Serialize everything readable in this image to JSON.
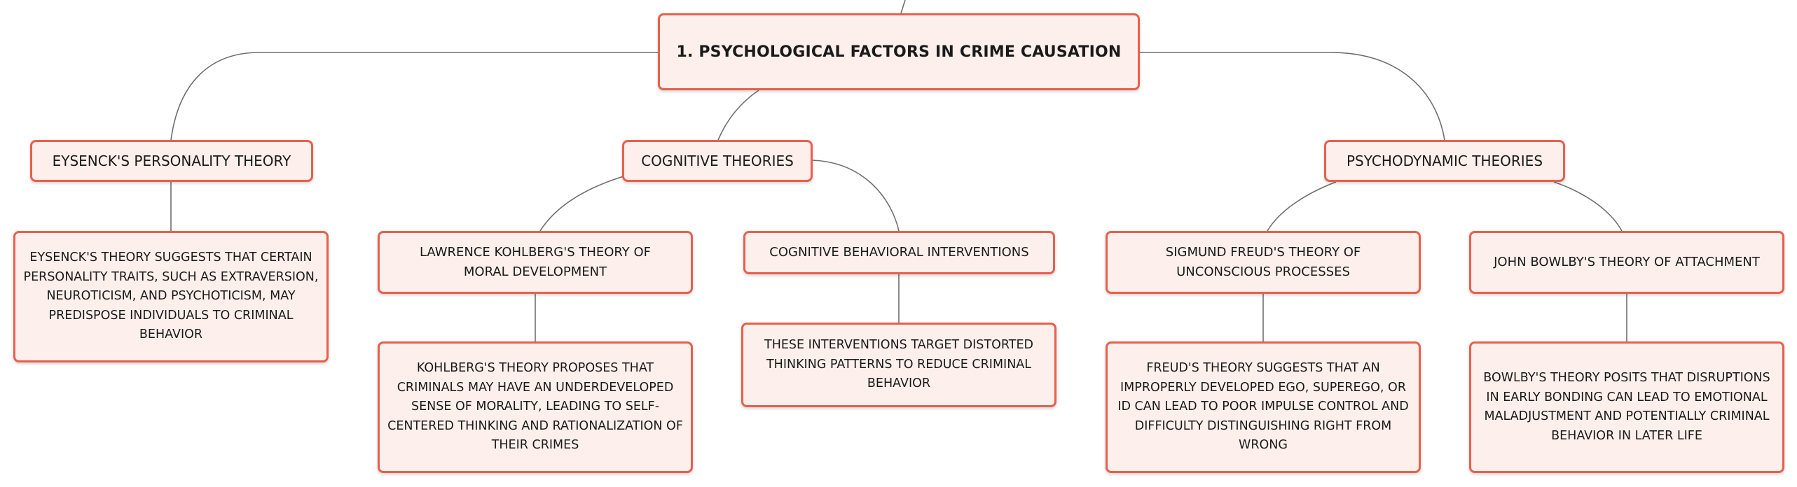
{
  "colors": {
    "node_fill": "#fdf0ec",
    "node_border": "#e8604c",
    "connector": "#6f6f6f"
  },
  "root": {
    "label": "1. PSYCHOLOGICAL FACTORS IN CRIME CAUSATION"
  },
  "branches": [
    {
      "label": "EYSENCK'S PERSONALITY THEORY",
      "children": [
        {
          "text": "EYSENCK'S THEORY SUGGESTS THAT CERTAIN PERSONALITY TRAITS, SUCH AS EXTRAVERSION, NEUROTICISM, AND PSYCHOTICISM, MAY PREDISPOSE INDIVIDUALS TO CRIMINAL BEHAVIOR"
        }
      ]
    },
    {
      "label": "COGNITIVE THEORIES",
      "children": [
        {
          "label": "LAWRENCE KOHLBERG'S THEORY OF MORAL DEVELOPMENT",
          "detail": "KOHLBERG'S THEORY PROPOSES THAT CRIMINALS MAY HAVE AN UNDERDEVELOPED SENSE OF MORALITY, LEADING TO SELF-CENTERED THINKING AND RATIONALIZATION OF THEIR CRIMES"
        },
        {
          "label": "COGNITIVE BEHAVIORAL INTERVENTIONS",
          "detail": "THESE INTERVENTIONS TARGET DISTORTED THINKING PATTERNS TO REDUCE CRIMINAL BEHAVIOR"
        }
      ]
    },
    {
      "label": "PSYCHODYNAMIC THEORIES",
      "children": [
        {
          "label": "SIGMUND FREUD'S THEORY OF UNCONSCIOUS PROCESSES",
          "detail": "FREUD'S THEORY SUGGESTS THAT AN IMPROPERLY DEVELOPED EGO, SUPEREGO, OR ID CAN LEAD TO POOR IMPULSE CONTROL AND DIFFICULTY DISTINGUISHING RIGHT FROM WRONG"
        },
        {
          "label": "JOHN BOWLBY'S THEORY OF ATTACHMENT",
          "detail": "BOWLBY'S THEORY POSITS THAT DISRUPTIONS IN EARLY BONDING CAN LEAD TO EMOTIONAL MALADJUSTMENT AND POTENTIALLY CRIMINAL BEHAVIOR IN LATER LIFE"
        }
      ]
    }
  ]
}
